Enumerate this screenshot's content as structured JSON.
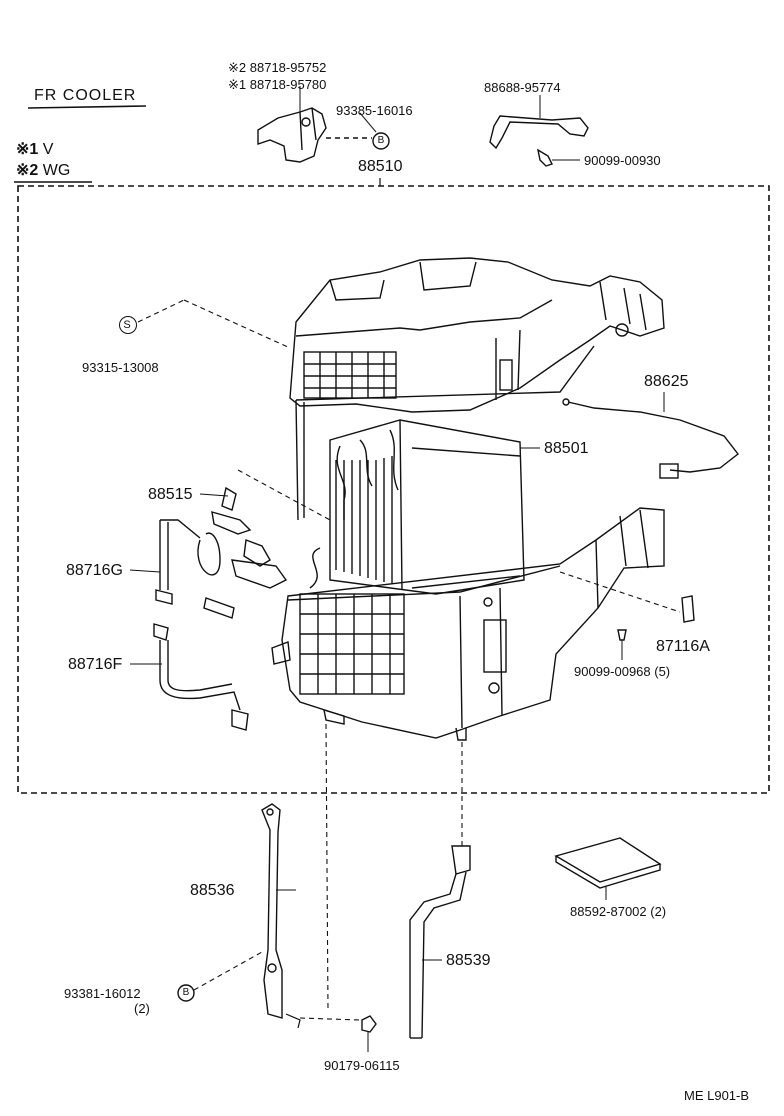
{
  "header": {
    "title": "FR COOLER",
    "legend": [
      {
        "mark": "※1",
        "text": "V"
      },
      {
        "mark": "※2",
        "text": "WG"
      }
    ]
  },
  "parts": {
    "clamp_2": {
      "mark": "※2",
      "number": "88718-95752"
    },
    "clamp_1": {
      "mark": "※1",
      "number": "88718-95780"
    },
    "bolt_top": "93385-16016",
    "bracket_top": "88688-95774",
    "screw_top": "90099-00930",
    "unit_assy": "88510",
    "s_ref": "93315-13008",
    "thermistor": "88625",
    "evaporator": "88501",
    "valve": "88515",
    "tube_g": "88716G",
    "tube_f": "88716F",
    "bracket_right": "87116A",
    "screw_right": "90099-00968 (5)",
    "stay": "88536",
    "bolt_bottom": "93381-16012",
    "bolt_bottom_qty": "(2)",
    "nut_bottom": "90179-06115",
    "drain_hose": "88539",
    "filter": "88592-87002 (2)"
  },
  "callouts": {
    "b": "B",
    "s": "S"
  },
  "footer": {
    "code": "ME  L901-B"
  }
}
